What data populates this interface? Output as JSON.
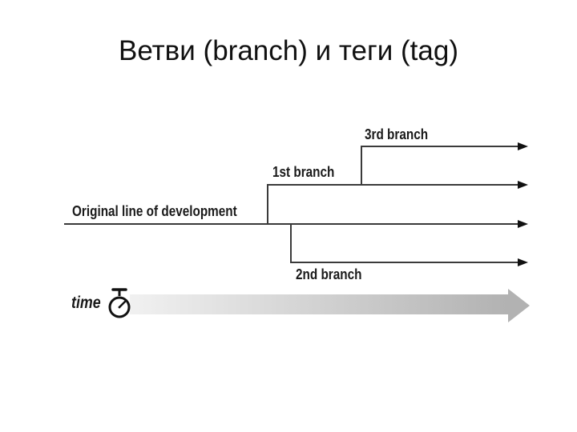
{
  "slide": {
    "title": "Ветви (branch) и теги (tag)"
  },
  "diagram": {
    "type": "branching-timeline",
    "labels": {
      "original_line": "Original line of development",
      "first_branch": "1st branch",
      "second_branch": "2nd branch",
      "third_branch": "3rd branch",
      "time": "time"
    },
    "icons": {
      "stopwatch": "stopwatch-icon"
    },
    "colors": {
      "line": "#3a3a3a",
      "arrowhead": "#111111",
      "label_text": "#1a1a1a",
      "time_band_start": "#f1f1f1",
      "time_band_end": "#b2b2b2"
    }
  }
}
